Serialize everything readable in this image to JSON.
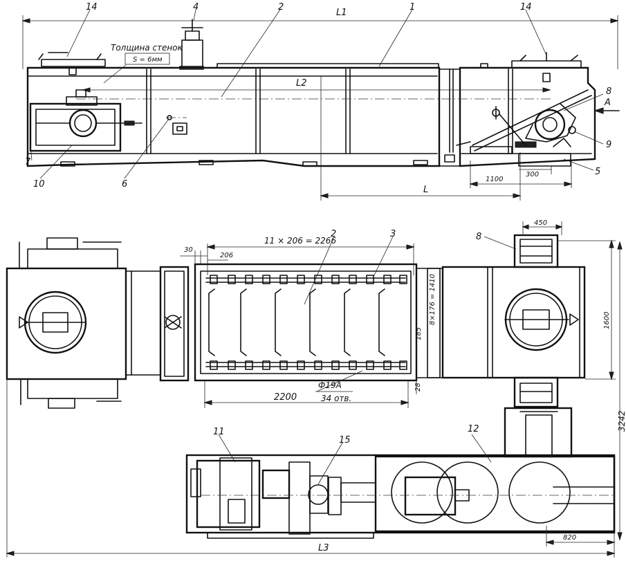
{
  "positions": {
    "p1": "1",
    "p2": "2",
    "p3": "3",
    "p4": "4",
    "p5": "5",
    "p6": "6",
    "p7": "7",
    "p8": "8",
    "p9": "9",
    "p10": "10",
    "p11": "11",
    "p12": "12",
    "p14": "14",
    "p15": "15"
  },
  "side_view": {
    "wall_note": "Толщина стенок",
    "wall_value": "S = 6мм",
    "dim_L1": "L1",
    "dim_L2": "L2",
    "dim_L": "L",
    "dim_1100": "1100",
    "dim_300": "300",
    "view_A": "A"
  },
  "plan_view": {
    "dim_450": "450",
    "dim_30": "30",
    "dim_206": "206",
    "dim_pitch": "11 × 206 = 2266",
    "dim_2200": "2200",
    "dim_1600": "1600",
    "dim_3242": "3242",
    "dim_185": "185",
    "dim_28": "28",
    "dim_holes_rect": "8×176 = 1410",
    "holes_diam": "Ф19А",
    "holes_count": "34 отв.",
    "dim_820": "820",
    "dim_L3": "L3"
  }
}
